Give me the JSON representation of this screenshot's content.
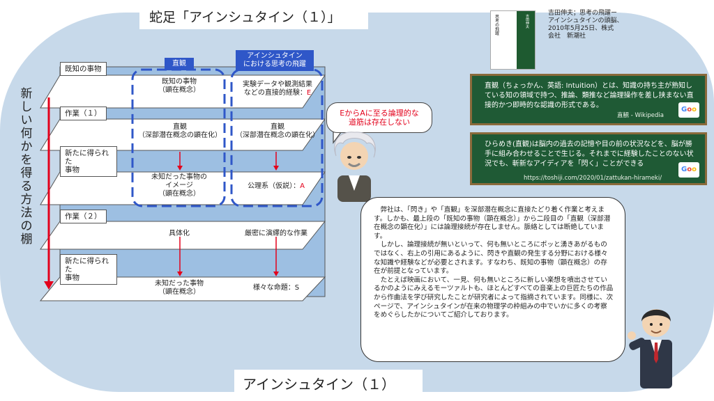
{
  "page": {
    "title": "蛇足「アインシュタイン（１）」",
    "bottom_title": "アインシュタイン（１）",
    "vertical_label": "新しい何かを得る方法の棚"
  },
  "diagram": {
    "rows": [
      {
        "tab": "既知の事物",
        "col1": "既知の事物\n（顕在概念）",
        "col2": "実験データや観測結果\nなどの直接的経験：",
        "col2_red": "E"
      },
      {
        "tab": "作業（１）",
        "col1": "直観\n（深部潜在概念の顕在化）",
        "col2": "直観\n（深部潜在概念の顕在化）"
      },
      {
        "tab": "新たに得られた\n事物",
        "col1": "未知だった事物の\nイメージ\n（顕在概念）",
        "col2": "公理系（仮説）：",
        "col2_red": "A"
      },
      {
        "tab": "作業（２）",
        "col1": "具体化",
        "col2": "厳密に演繹的な作業"
      },
      {
        "tab": "新たに得られた\n事物",
        "col1": "未知だった事物\n（顕在概念）",
        "col2": "様々な命題：S"
      }
    ],
    "header_intuition": "直観",
    "header_einstein": "アインシュタイン\nにおける思考の飛躍",
    "bubble": "EからAに至る論理的な\n道筋は存在しない",
    "colors": {
      "accent_blue": "#2f57c8",
      "red": "#e3001b",
      "board": "#1f5a35"
    }
  },
  "book": {
    "caption": "吉田伸夫；思考の飛躍ー\nアインシュタインの頭脳、\n2010年5月25日、株式\n会社　新潮社",
    "cover_title": "思考の飛躍",
    "cover_author": "吉田伸夫"
  },
  "board1": {
    "text": "直観（ちょっかん、英語: Intuition）とは、知識の持ち主が熟知している知の領域で持つ、推論、類推など論理操作を差し挟まない直接的かつ即時的な認識の形式である。",
    "source": "直観 - Wikipedia"
  },
  "board2": {
    "text": "ひらめき(直観)は脳内の過去の記憶や目の前の状況などを、脳が勝手に組み合わせることで生じる。それまでに経験したことのない状況でも、斬新なアイディアを「閃く」ことができる",
    "source": "https://toshiji.com/2020/01/zattukan-hirameki/"
  },
  "commentary": {
    "paragraphs": [
      "弊社は、「閃き」や「直観」を深部潜在概念に直接たどり着く作業と考えます。しかも、最上段の「既知の事物（顕在概念）」から二段目の「直観（深部潜在概念の顕在化）」には論理接続が存在しません。脈絡としては断絶しています。",
      "しかし、論理接続が無いといって、何も無いところにポッと湧きあがるものではなく、右上の引用にあるように、閃きや直観の発生する分野における様々な知識や経験などが必要とされます。すなわち、既知の事物（顕在概念）の存在が前提となっています。",
      "たとえば映画において、一見、何も無いところに新しい楽想を噴出させているかのようにみえるモーツァルトも、ほとんどすべての音楽上の巨匠たちの作品から作曲法を学び研究したことが研究者によって指摘されています。同様に、次ページで、アインシュタインが在来の物理学の枠組みの中でいかに多くの考察をめぐらしたかについてご紹介しております。"
    ]
  }
}
